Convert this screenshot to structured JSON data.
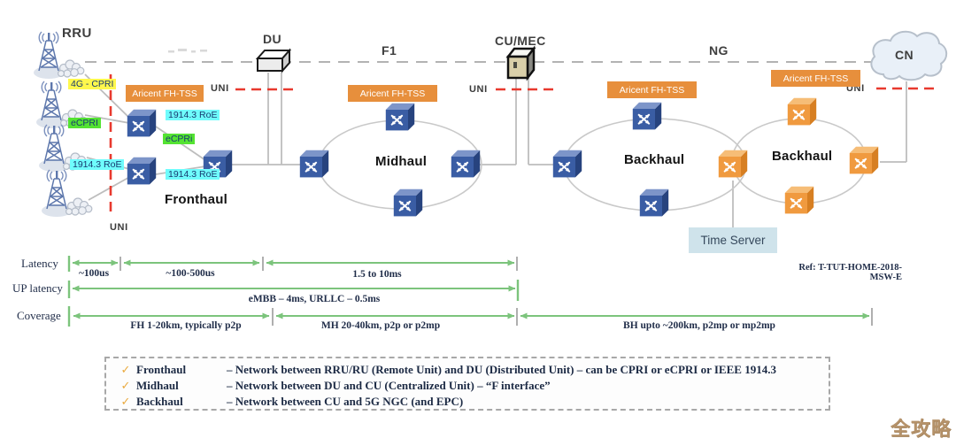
{
  "header": {
    "rru": "RRU",
    "du": "DU",
    "f1": "F1",
    "cu_mec": "CU/MEC",
    "ng": "NG",
    "cn": "CN"
  },
  "uni_label": "UNI",
  "aricent_label": "Aricent FH-TSS",
  "sections": {
    "fronthaul": "Fronthaul",
    "midhaul": "Midhaul",
    "backhaul_metro": "Backhaul",
    "backhaul_core": "Backhaul"
  },
  "link_tags": {
    "tag_4g_cpri": "4G - CPRI",
    "tag_ecpri_access": "eCPRI",
    "tag_roe_access": "1914.3 RoE",
    "tag_roe_upper": "1914.3 RoE",
    "tag_ecpri_mid": "eCPRi",
    "tag_roe_lower": "1914.3 RoE"
  },
  "time_server": "Time Server",
  "metrics": {
    "row_labels": [
      "Latency",
      "UP latency",
      "Coverage"
    ],
    "latency_segments": [
      "~100us",
      "~100-500us",
      "1.5 to 10ms"
    ],
    "up_latency_text": "eMBB – 4ms, URLLC – 0.5ms",
    "coverage_segments": [
      "FH 1-20km, typically p2p",
      "MH 20-40km, p2p or p2mp",
      "BH  upto ~200km, p2mp or mp2mp"
    ],
    "ref": "Ref: T-TUT-HOME-2018-MSW-E"
  },
  "legend": {
    "check": "✓",
    "items": [
      {
        "term": "Fronthaul",
        "desc": "– Network between RRU/RU (Remote Unit) and DU (Distributed Unit) – can be CPRI or eCPRI or IEEE 1914.3"
      },
      {
        "term": "Midhaul",
        "desc": "– Network between DU and CU (Centralized Unit) – “F interface”"
      },
      {
        "term": "Backhaul",
        "desc": "– Network between CU and 5G NGC (and EPC)"
      }
    ]
  },
  "watermark": "全攻略",
  "colors": {
    "switch_blue": "#3a5da4",
    "switch_orange": "#f09a3f",
    "aricent_orange": "#e78f3c",
    "uni_red": "#e8392e",
    "metric_green": "#7cc47c",
    "tag_yellow": "#fff84d",
    "tag_green": "#54e332",
    "tag_cyan": "#6ffcfc",
    "time_server_bg": "#cfe3eb"
  }
}
